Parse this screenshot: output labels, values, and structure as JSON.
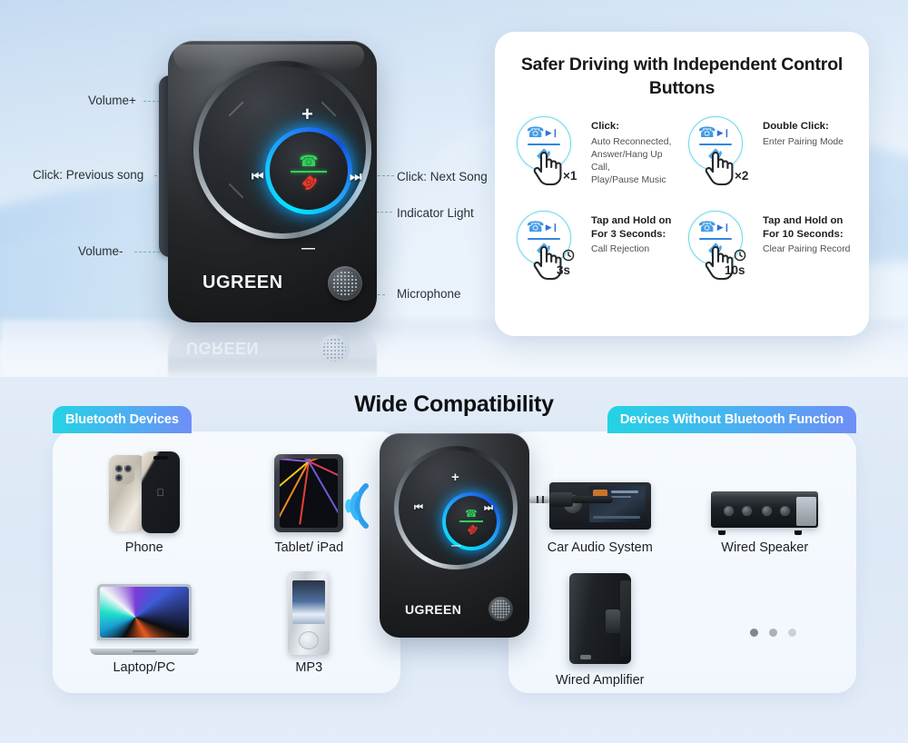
{
  "product": {
    "brand": "UGREEN",
    "center_call_icon": "phone-answer-icon",
    "center_hangup_icon": "phone-hangup-icon",
    "volume_up_glyph": "+",
    "volume_down_glyph": "—",
    "prev_glyph": "⏮",
    "next_glyph": "⏭"
  },
  "callouts": [
    {
      "label": "Volume+",
      "name": "callout-volume-up"
    },
    {
      "label": "Click: Previous song",
      "name": "callout-previous-song"
    },
    {
      "label": "Volume-",
      "name": "callout-volume-down"
    },
    {
      "label": "Click: Next Song",
      "name": "callout-next-song"
    },
    {
      "label": "Indicator Light",
      "name": "callout-indicator-light"
    },
    {
      "label": "Microphone",
      "name": "callout-microphone"
    }
  ],
  "feature_card": {
    "title": "Safer Driving with Independent Control Buttons",
    "items": [
      {
        "heading": "Click:",
        "description": "Auto Reconnected,\nAnswer/Hang Up Call,\nPlay/Pause Music",
        "badge": "×1",
        "badge_type": "count"
      },
      {
        "heading": "Double Click:",
        "description": "Enter Pairing Mode",
        "badge": "×2",
        "badge_type": "count"
      },
      {
        "heading": "Tap and Hold on\nFor 3 Seconds:",
        "description": "Call Rejection",
        "badge": "3s",
        "badge_type": "duration"
      },
      {
        "heading": "Tap and Hold on\nFor 10 Seconds:",
        "description": "Clear Pairing Record",
        "badge": "10s",
        "badge_type": "duration"
      }
    ]
  },
  "compatibility": {
    "title": "Wide Compatibility",
    "left_panel": {
      "tab_label": "Bluetooth Devices",
      "devices": [
        {
          "label": "Phone",
          "art": "smartphone-art"
        },
        {
          "label": "Tablet/ iPad",
          "art": "tablet-art"
        },
        {
          "label": "Laptop/PC",
          "art": "laptop-art"
        },
        {
          "label": "MP3",
          "art": "mp3-player-art"
        }
      ]
    },
    "right_panel": {
      "tab_label": "Devices Without Bluetooth Function",
      "devices": [
        {
          "label": "Car Audio System",
          "art": "car-stereo-art"
        },
        {
          "label": "Wired Speaker",
          "art": "amplifier-art"
        },
        {
          "label": "Wired Amplifier",
          "art": "speaker-art"
        },
        {
          "label": "",
          "art": "dots-indicator"
        }
      ]
    },
    "center_device_brand": "UGREEN"
  },
  "colors": {
    "tab_gradient_start": "#24d3e4",
    "tab_gradient_end": "#6f8ef6",
    "halo_cyan": "#00e5ff",
    "halo_blue": "#1453e0",
    "answer_green": "#2fd35a",
    "hangup_red": "#f0372b",
    "leader_line": "#34b87c",
    "top_bg": "#d8e7f6",
    "bottom_bg": "#dde8f6"
  }
}
